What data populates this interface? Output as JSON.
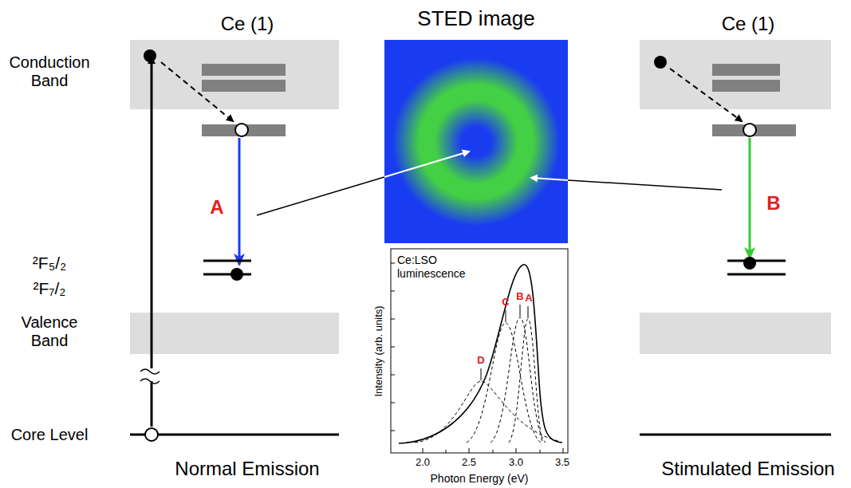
{
  "diagram": {
    "nodes": [
      {
        "text": [
          "STED image"
        ]
      },
      {
        "text": [
          "Ce:LSO luminescence"
        ]
      }
    ],
    "labels": [
      "Ce (1)",
      "Conduction Band",
      "²F₅/₂",
      "²F₇/₂",
      "Valence Band",
      "Core Level",
      "A",
      "Normal Emission",
      "Ce (1)",
      "B",
      "Stimulated Emission",
      "Intensity (arb. units)",
      "Photon Energy (eV)",
      "2.0",
      "2.5",
      "3.0",
      "3.5",
      "D",
      "C",
      "B",
      "A"
    ]
  }
}
